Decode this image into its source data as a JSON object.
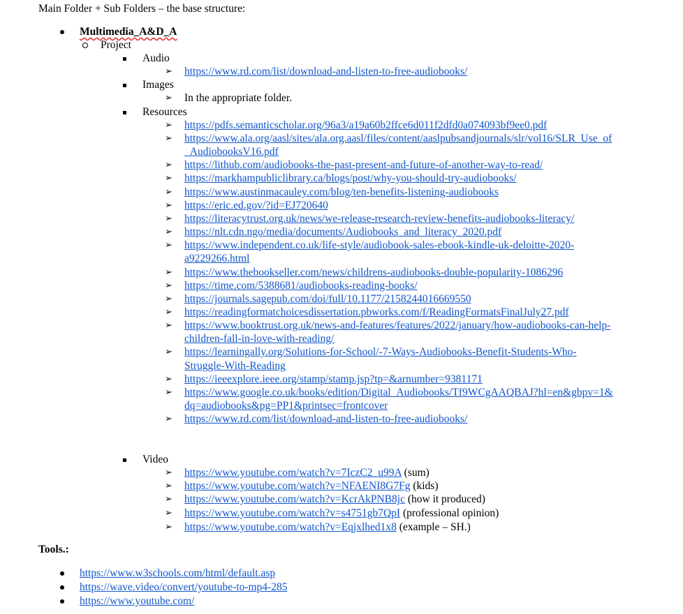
{
  "heading": "Main Folder + Sub Folders – the base structure:",
  "main_folder": "Multimedia_A&D_A",
  "project_label": "Project",
  "audio": {
    "label": "Audio",
    "links": [
      "https://www.rd.com/list/download-and-listen-to-free-audiobooks/"
    ]
  },
  "images": {
    "label": "Images",
    "note": "In the appropriate folder."
  },
  "resources": {
    "label": "Resources",
    "links": [
      "https://pdfs.semanticscholar.org/96a3/a19a60b2ffce6d011f2dfd0a074093bf9ee0.pdf",
      "https://www.ala.org/aasl/sites/ala.org.aasl/files/content/aaslpubsandjournals/slr/vol16/SLR_Use_of",
      "_AudiobooksV16.pdf",
      "https://lithub.com/audiobooks-the-past-present-and-future-of-another-way-to-read/",
      "https://markhampubliclibrary.ca/blogs/post/why-you-should-try-audiobooks/",
      "https://www.austinmacauley.com/blog/ten-benefits-listening-audiobooks",
      "https://eric.ed.gov/?id=EJ720640",
      "https://literacytrust.org.uk/news/we-release-research-review-benefits-audiobooks-literacy/",
      "https://nlt.cdn.ngo/media/documents/Audiobooks_and_literacy_2020.pdf",
      "https://www.independent.co.uk/life-style/audiobook-sales-ebook-kindle-uk-deloitte-2020-",
      "a9229266.html",
      "https://www.thebookseller.com/news/childrens-audiobooks-double-popularity-1086296",
      "https://time.com/5388681/audiobooks-reading-books/",
      "https://journals.sagepub.com/doi/full/10.1177/2158244016669550",
      "https://readingformatchoicesdissertation.pbworks.com/f/ReadingFormatsFinalJuly27.pdf",
      "https://www.booktrust.org.uk/news-and-features/features/2022/january/how-audiobooks-can-help-",
      "children-fall-in-love-with-reading/",
      "https://learningally.org/Solutions-for-School/-7-Ways-Audiobooks-Benefit-Students-Who-",
      "Struggle-With-Reading",
      "https://ieeexplore.ieee.org/stamp/stamp.jsp?tp=&arnumber=9381171",
      "https://www.google.co.uk/books/edition/Digital_Audiobooks/Tf9WCgAAQBAJ?hl=en&gbpv=1&",
      "dq=audiobooks&pg=PP1&printsec=frontcover",
      "https://www.rd.com/list/download-and-listen-to-free-audiobooks/"
    ]
  },
  "video": {
    "label": "Video",
    "links": [
      {
        "url": "https://www.youtube.com/watch?v=7IczC2_u99A",
        "note": "(sum)"
      },
      {
        "url": "https://www.youtube.com/watch?v=NFAENI8G7Fg",
        "note": "(kids)"
      },
      {
        "url": "https://www.youtube.com/watch?v=KcrAkPNB8jc",
        "note": "(how it produced)"
      },
      {
        "url": "https://www.youtube.com/watch?v=s4751gb7QpI",
        "note": "(professional opinion)"
      },
      {
        "url": "https://www.youtube.com/watch?v=Eqjxlhed1x8",
        "note": "(example – SH.)"
      }
    ]
  },
  "tools": {
    "label": "Tools.:",
    "links": [
      "https://www.w3schools.com/html/default.asp",
      "https://wave.video/convert/youtube-to-mp4-285",
      "https://www.youtube.com/"
    ]
  },
  "icons": {
    "arrow": "arrow-bullet-icon",
    "square": "square-bullet-icon",
    "dot": "dot-bullet-icon",
    "ring": "ring-bullet-icon"
  },
  "colors": {
    "link": "#1155cc",
    "spellcheck": "#dd3333"
  }
}
